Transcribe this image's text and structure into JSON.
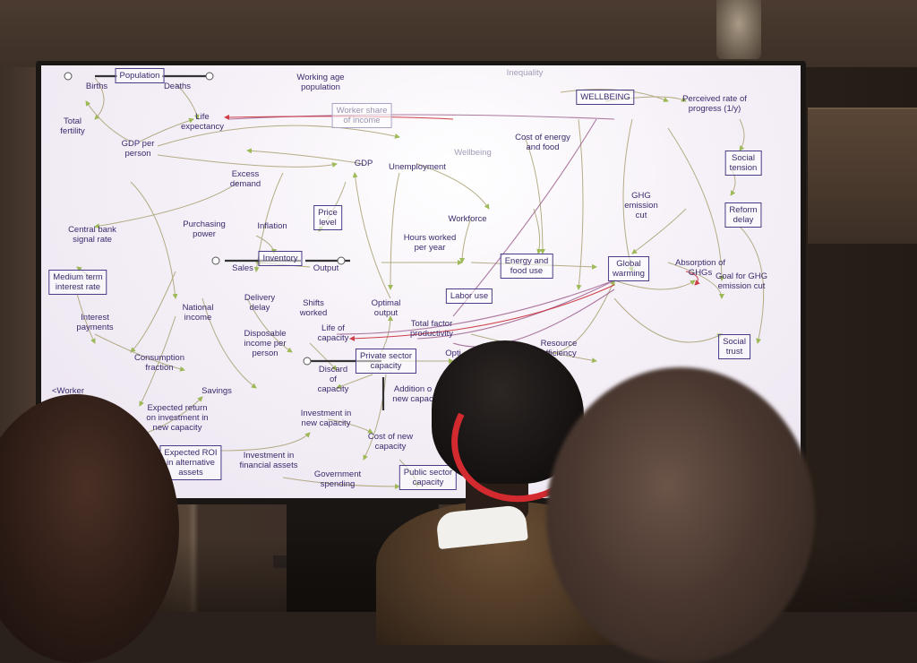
{
  "scene": {
    "description_colors": {
      "screen_text": "#3c2a6e",
      "arrow_green": "#8fb03c",
      "arrow_red": "#c8202a",
      "arrow_purple": "#9a5a8a",
      "hat_band": "#d32a2f"
    }
  },
  "diagram": {
    "boxes": {
      "population": "Population",
      "worker_share": "Worker share\nof income",
      "wellbeing": "WELLBEING",
      "price_level": "Price\nlevel",
      "inventory": "Inventory",
      "energy_food": "Energy and\nfood use",
      "global_warming": "Global\nwarming",
      "social_tension": "Social\ntension",
      "reform_delay": "Reform\ndelay",
      "medium_rate": "Medium term\ninterest rate",
      "labor_use": "Labor use",
      "private_capacity": "Private sector\ncapacity",
      "social_trust": "Social\ntrust",
      "expected_roi": "Expected ROI\nin alternative\nassets",
      "public_capacity": "Public sector\ncapacity"
    },
    "labels": {
      "births": "Births",
      "deaths": "Deaths",
      "working_age": "Working age\npopulation",
      "inequality": "Inequality",
      "perceived_rate": "Perceived rate of\nprogress (1/y)",
      "total_fertility": "Total\nfertility",
      "life_expectancy": "Life\nexpectancy",
      "gdp_per_person": "GDP per\nperson",
      "cost_energy": "Cost of energy\nand food",
      "gdp": "GDP",
      "unemployment": "Unemployment",
      "wellbeing_sub": "Wellbeing",
      "excess_demand": "Excess\ndemand",
      "ghg_cut": "GHG\nemission\ncut",
      "central_bank": "Central bank\nsignal rate",
      "purchasing_power": "Purchasing\npower",
      "inflation": "Inflation",
      "workforce": "Workforce",
      "hours_worked": "Hours worked\nper year",
      "sales": "Sales",
      "output": "Output",
      "absorption": "Absorption of\nGHGs",
      "goal_ghg": "Goal for GHG\nemission cut",
      "delivery_delay": "Delivery\ndelay",
      "shifts_worked": "Shifts\nworked",
      "optimal_output": "Optimal\noutput",
      "national_income": "National\nincome",
      "interest_payments": "Interest\npayments",
      "disposable_income": "Disposable\nincome per\nperson",
      "life_capacity": "Life of\ncapacity",
      "total_factor": "Total factor\nproductivity",
      "resource_eff": "Resource\nefficiency",
      "consumption_fraction": "Consumption\nfraction",
      "discard_capacity": "Discard\nof\ncapacity",
      "optimal_partial": "Opti",
      "worker_share_partial": "<Worker\nshare of",
      "savings": "Savings",
      "addition_partial": "Addition o\nnew capac",
      "expected_return": "Expected return\non investment in\nnew capacity",
      "investment_new": "Investment in\nnew capacity",
      "cost_new_capacity": "Cost of new\ncapacity",
      "investment_fin": "Investment in\nfinancial assets",
      "government_spending": "Government\nspending"
    }
  }
}
